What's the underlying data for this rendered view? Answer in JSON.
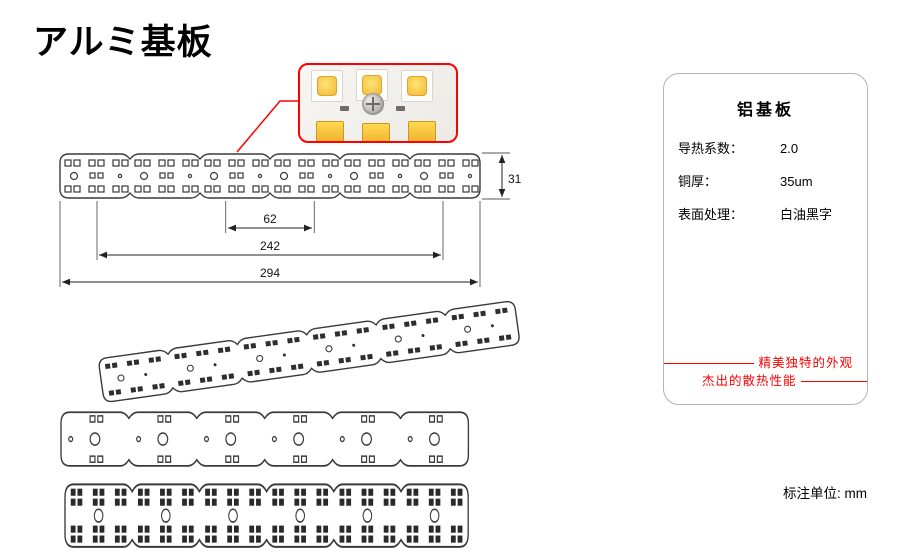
{
  "page": {
    "title": "アルミ基板",
    "unit_note": "标注单位: mm"
  },
  "dimensions": {
    "board_height_mm": "31",
    "led_pitch_mm": "62",
    "hole_span_mm": "242",
    "board_length_mm": "294"
  },
  "spec_card": {
    "title": "铝基板",
    "rows": [
      {
        "label": "导热系数：",
        "value": "2.0"
      },
      {
        "label": "铜厚：",
        "value": "35um"
      },
      {
        "label": "表面处理：",
        "value": "白油黑字"
      }
    ],
    "footnotes": [
      "精美独特的外观",
      "杰出的散热性能"
    ]
  },
  "inset": {
    "icons": [
      "led-package-icon",
      "screw-icon"
    ]
  },
  "colors": {
    "accent_red": "#ff0000",
    "drawing_line": "#3a3a3a",
    "led_yellow": "#f5c63a",
    "card_border": "#b3b3b3"
  }
}
